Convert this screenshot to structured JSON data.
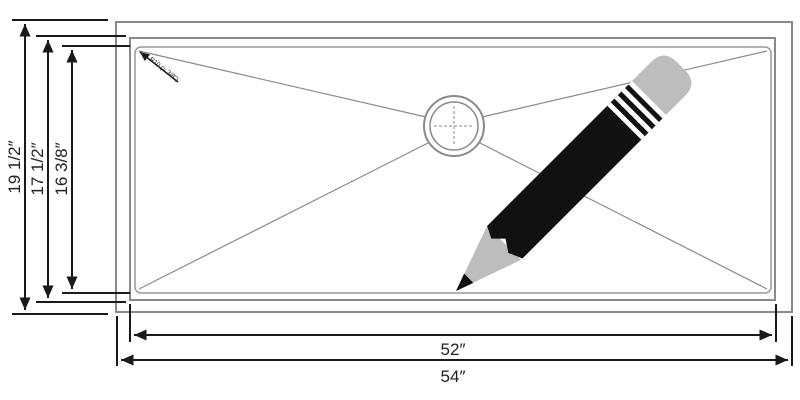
{
  "dimensions": {
    "outer_width": "54″",
    "inner_width": "52″",
    "outer_depth": "19 1/2″",
    "middle_depth": "17 1/2″",
    "inner_depth": "16 3/8″"
  },
  "corner_radius_label": "R10 (= 3/8\")",
  "icons": {
    "drain": "drain-icon",
    "pencil": "pencil-icon"
  },
  "colors": {
    "sink_outline": "#8a8a8a",
    "dimension_line": "#1a1a1a",
    "pencil_body": "#111111",
    "pencil_tip": "#bdbdbd"
  }
}
